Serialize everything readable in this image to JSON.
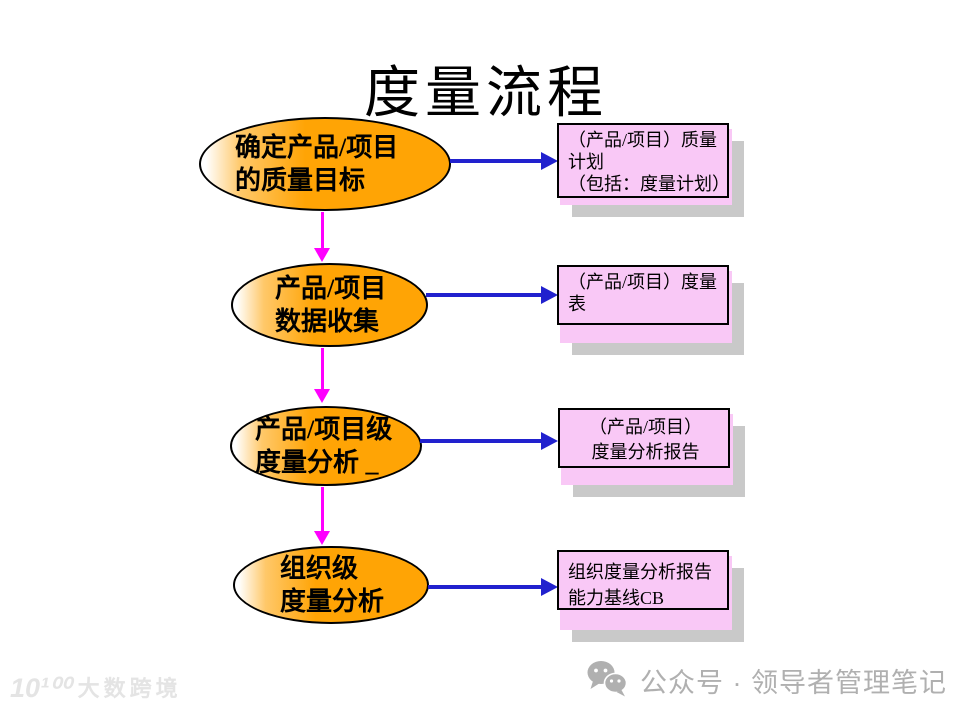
{
  "title": "度量流程",
  "steps": [
    {
      "ellipse": [
        "确定产品/项目",
        "的质量目标"
      ],
      "output": [
        "（产品/项目）质量",
        "计划",
        "（包括：度量计划）"
      ]
    },
    {
      "ellipse": [
        "产品/项目",
        "数据收集"
      ],
      "output": [
        "（产品/项目）度量",
        "表"
      ]
    },
    {
      "ellipse": [
        "产品/项目级",
        "度量分析 _"
      ],
      "output": [
        "（产品/项目）",
        "度量分析报告"
      ]
    },
    {
      "ellipse": [
        "组织级",
        "度量分析"
      ],
      "output": [
        "组织度量分析报告",
        "能力基线CB"
      ]
    }
  ],
  "colors": {
    "ellipse_fill": "#FFA405",
    "output_fill": "#F9C8F6",
    "box_shadow": "#C9C9C9",
    "horizontal_connector": "#2121CE",
    "vertical_connector": "#FF00FF"
  },
  "watermarks": {
    "left": {
      "logo": "10¹⁰⁰",
      "text": "大数跨境"
    },
    "right": {
      "icon": "wechat-icon",
      "text": "公众号 · 领导者管理笔记"
    }
  }
}
